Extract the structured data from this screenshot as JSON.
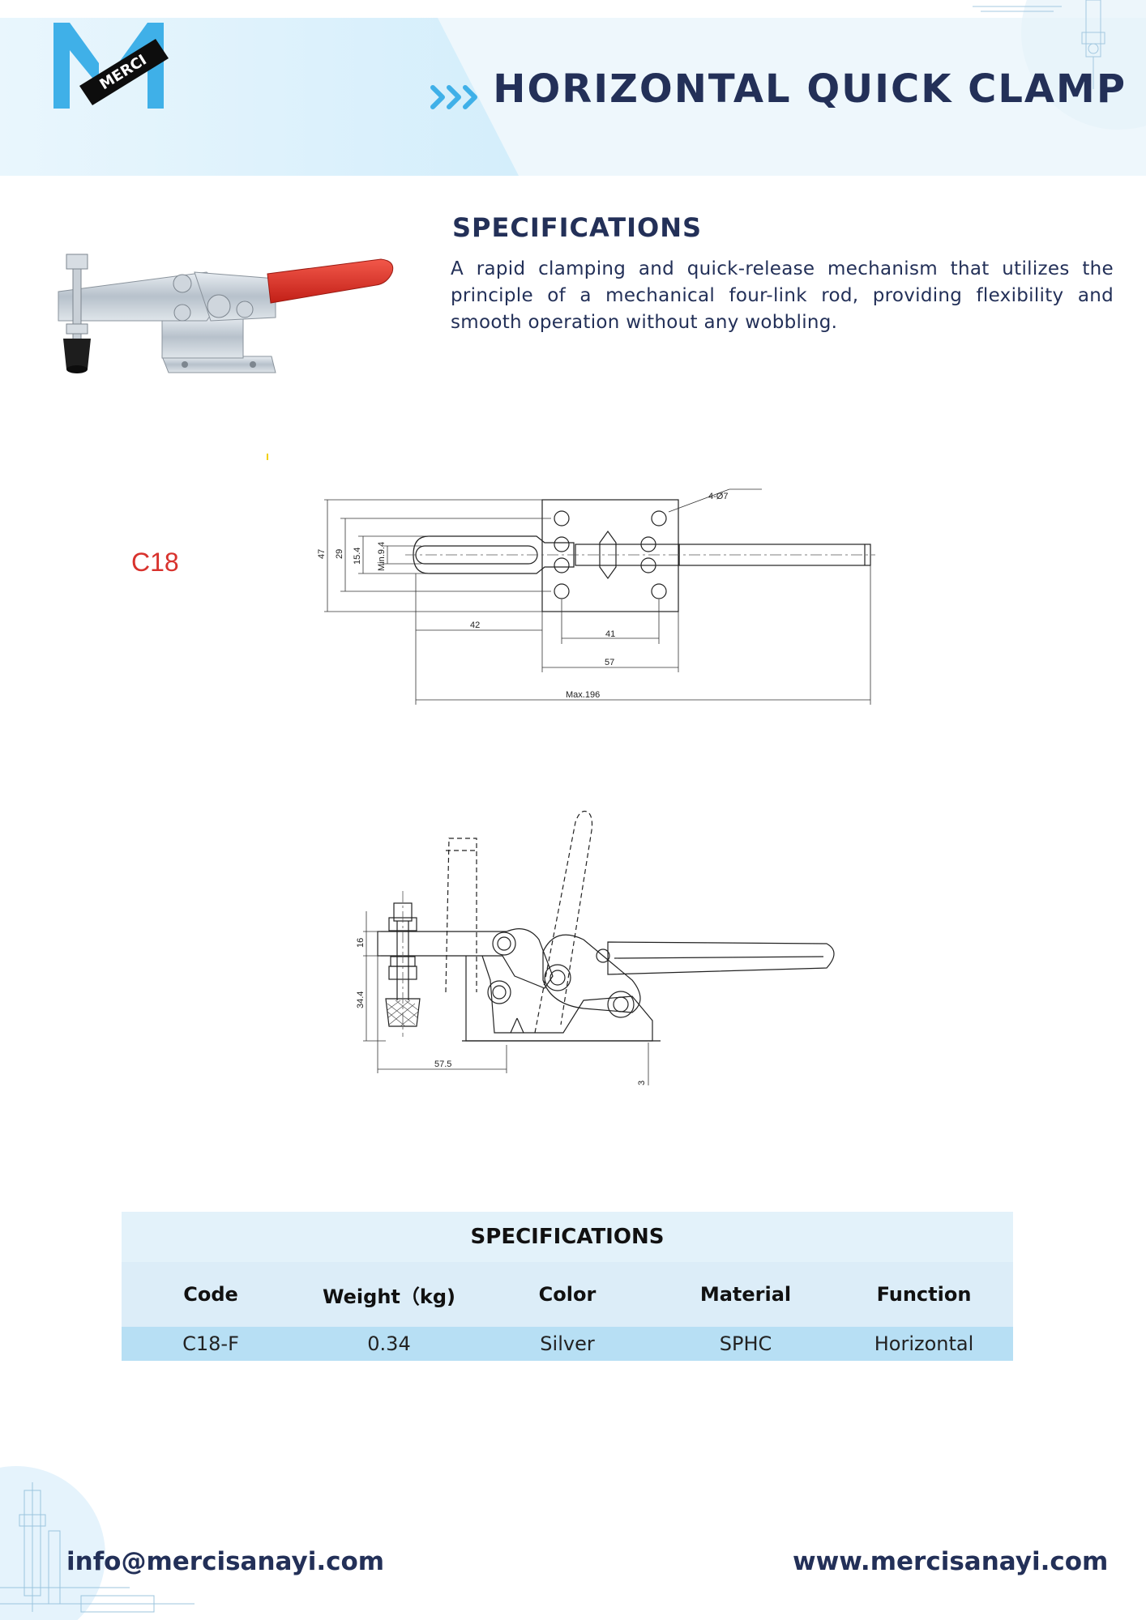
{
  "brand": {
    "logo_text": "MERCI",
    "colors": {
      "primary": "#233058",
      "accent_blue": "#3fb0e8",
      "light_blue": "#dceffb",
      "red": "#d8322d"
    }
  },
  "header": {
    "title": "HORIZONTAL QUICK CLAMP",
    "arrows_icon": "triple-chevron-right-icon"
  },
  "intro": {
    "heading": "SPECIFICATIONS",
    "description": "A rapid clamping and quick-release mechanism that utilizes the principle of a mechanical four-link rod, providing flexibility and smooth operation without any wobbling."
  },
  "model": {
    "code": "C18"
  },
  "drawing_top": {
    "labels": {
      "h47": "47",
      "h29": "29",
      "h15": "15.4",
      "hmin": "Min.9.4",
      "holes": "4-Ø7",
      "d42": "42",
      "d41": "41",
      "d57": "57",
      "dmax": "Max.196"
    }
  },
  "drawing_side": {
    "labels": {
      "d16": "16",
      "d34": "34.4",
      "d57": "57.5",
      "d3": "3"
    }
  },
  "spec_table": {
    "title": "SPECIFICATIONS",
    "headers": [
      "Code",
      "Weight（kg)",
      "Color",
      "Material",
      "Function"
    ],
    "row": [
      "C18-F",
      "0.34",
      "Silver",
      "SPHC",
      "Horizontal"
    ]
  },
  "footer": {
    "email": "info@mercisanayi.com",
    "website": "www.mercisanayi.com"
  }
}
